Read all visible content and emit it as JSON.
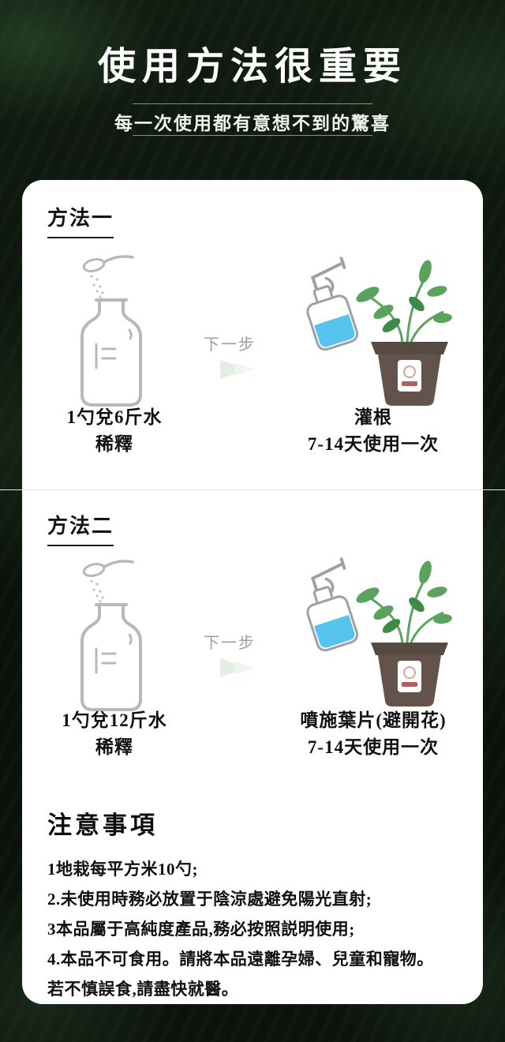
{
  "header": {
    "title": "使用方法很重要",
    "subtitle": "每一次使用都有意想不到的驚喜"
  },
  "method1": {
    "heading": "方法一",
    "next_label": "下一步",
    "dilution_line1": "1勺兌6斤水",
    "dilution_line2": "稀釋",
    "usage_line1": "灌根",
    "usage_line2": "7-14天使用一次"
  },
  "method2": {
    "heading": "方法二",
    "next_label": "下一步",
    "dilution_line1": "1勺兌12斤水",
    "dilution_line2": "稀釋",
    "usage_line1": "噴施葉片(避開花)",
    "usage_line2": "7-14天使用一次"
  },
  "notes": {
    "heading": "注意事項",
    "items": [
      "1地栽每平方米10勺;",
      "2.未使用時務必放置于陰涼處避免陽光直射;",
      "3本品屬于高純度產品,務必按照説明使用;",
      "4.本品不可食用。請將本品遠離孕婦、兒童和寵物。",
      "若不慎誤食,請盡快就醫。"
    ]
  },
  "icons": {
    "bottle": "dilute-bottle-with-spoon-icon",
    "arrow": "next-step-arrow-icon",
    "plant": "spray-bottle-and-potted-plant-icon"
  },
  "colors": {
    "background_dark_green": "#0b110b",
    "card_white": "#ffffff",
    "leaf_green": "#5aa35d",
    "leaf_green_dark": "#3f8a46",
    "pot_brown": "#63534a",
    "spray_blue": "#57c4ef",
    "line_art_gray": "#b8b8b8",
    "text_black": "#111111"
  }
}
